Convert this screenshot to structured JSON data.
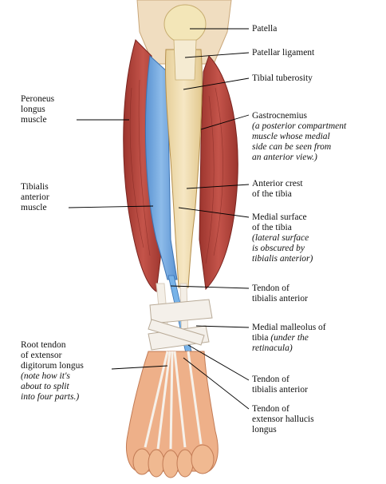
{
  "labels": {
    "patella": [
      "Patella"
    ],
    "patellar_ligament": [
      "Patellar ligament"
    ],
    "tibial_tuberosity": [
      "Tibial tuberosity"
    ],
    "gastrocnemius": {
      "name": [
        "Gastrocnemius"
      ],
      "note": [
        "(a posterior compartment",
        "muscle whose medial",
        "side can be seen from",
        "an anterior view.)"
      ]
    },
    "peroneus_longus": [
      "Peroneus",
      "longus",
      "muscle"
    ],
    "anterior_crest": [
      "Anterior crest",
      "of the tibia"
    ],
    "tibialis_anterior_muscle": [
      "Tibialis",
      "anterior",
      "muscle"
    ],
    "medial_surface": {
      "name": [
        "Medial surface",
        "of the tibia"
      ],
      "note": [
        "(lateral surface",
        "is obscured by",
        "tibialis anterior)"
      ]
    },
    "tendon_tibialis_anterior_1": [
      "Tendon of",
      "tibialis anterior"
    ],
    "medial_malleolus": {
      "name": [
        "Medial malleolus of",
        "tibia "
      ],
      "note": [
        "(under the",
        "retinacula)"
      ]
    },
    "root_tendon": {
      "name": [
        "Root tendon",
        "of extensor",
        "digitorum longus"
      ],
      "note": [
        "(note how it's",
        "about to split",
        "into four parts.)"
      ]
    },
    "tendon_tibialis_anterior_2": [
      "Tendon of",
      "tibialis anterior"
    ],
    "tendon_extensor_hallucis": [
      "Tendon of",
      "extensor hallucis",
      "longus"
    ]
  },
  "colors": {
    "muscle": "#b8433a",
    "muscle_dark": "#8e2c26",
    "tibialis_blue": "#6fa8e0",
    "bone": "#efdcae",
    "tendon": "#f2ece4",
    "skin": "#efb28a",
    "leader": "#000000"
  }
}
